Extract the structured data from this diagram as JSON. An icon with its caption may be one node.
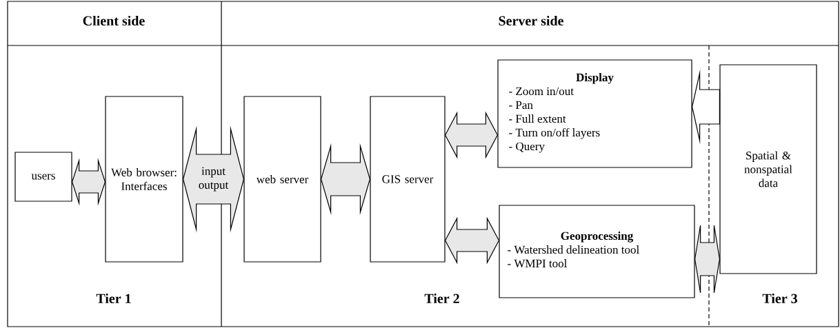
{
  "diagram": {
    "nodes": [
      {
        "text": [
          "users"
        ]
      },
      {
        "text": [
          "Web browser: Interfaces"
        ]
      },
      {
        "text": [
          "web server"
        ]
      },
      {
        "text": [
          "GIS server"
        ]
      },
      {
        "text": [
          "Display",
          "- Zoom in/out",
          "- Pan",
          "- Full extent",
          "- Turn on/off layers",
          "- Query"
        ]
      },
      {
        "text": [
          "Geoprocessing",
          "- Watershed delineation tool",
          "- WMPI tool"
        ]
      },
      {
        "text": [
          "Spatial & nonspatial data"
        ]
      }
    ],
    "edges": [
      {
        "from": 0,
        "to": 1,
        "arrow": "both"
      },
      {
        "from": 1,
        "to": 2,
        "arrow": "both",
        "label": "input output"
      },
      {
        "from": 2,
        "to": 3,
        "arrow": "both"
      },
      {
        "from": 3,
        "to": 4,
        "arrow": "both"
      },
      {
        "from": 3,
        "to": 5,
        "arrow": "both"
      },
      {
        "from": 6,
        "to": 4,
        "arrow": "to",
        "color": "#ffffff"
      },
      {
        "from": 5,
        "to": 6,
        "arrow": "both"
      }
    ],
    "labels": [
      "Client side",
      "Server side",
      "Tier 1",
      "Tier 2",
      "Tier 3"
    ]
  }
}
